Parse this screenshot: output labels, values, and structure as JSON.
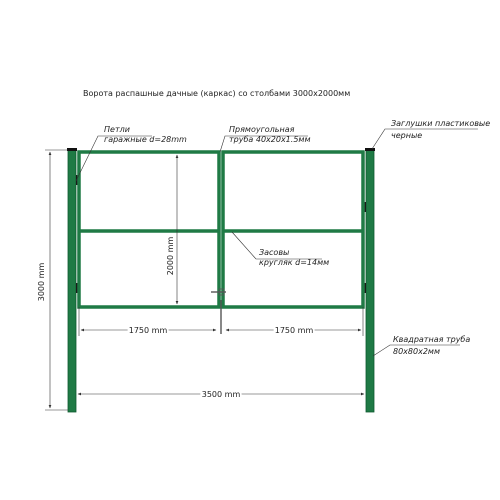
{
  "title": "Ворота распашные дачные (каркас) со столбами 3000х2000мм",
  "labels": {
    "hinges_1": "Петли",
    "hinges_2": "гаражные d=28mm",
    "rect_pipe_1": "Прямоугольная",
    "rect_pipe_2": "труба 40х20х1.5мм",
    "caps_1": "Заглушки пластиковые",
    "caps_2": "черные",
    "bolts_1": "Засовы",
    "bolts_2": "кругляк d=14мм",
    "square_pipe_1": "Квадратная труба",
    "square_pipe_2": "80х80х2мм"
  },
  "dimensions": {
    "post_height": "3000 mm",
    "gate_height": "2000 mm",
    "leaf_left": "1750 mm",
    "leaf_right": "1750 mm",
    "total_width": "3500 mm"
  },
  "colors": {
    "frame": "#1f7a45",
    "frame_dark": "#0f5a30",
    "line": "#333333",
    "text": "#222222"
  }
}
